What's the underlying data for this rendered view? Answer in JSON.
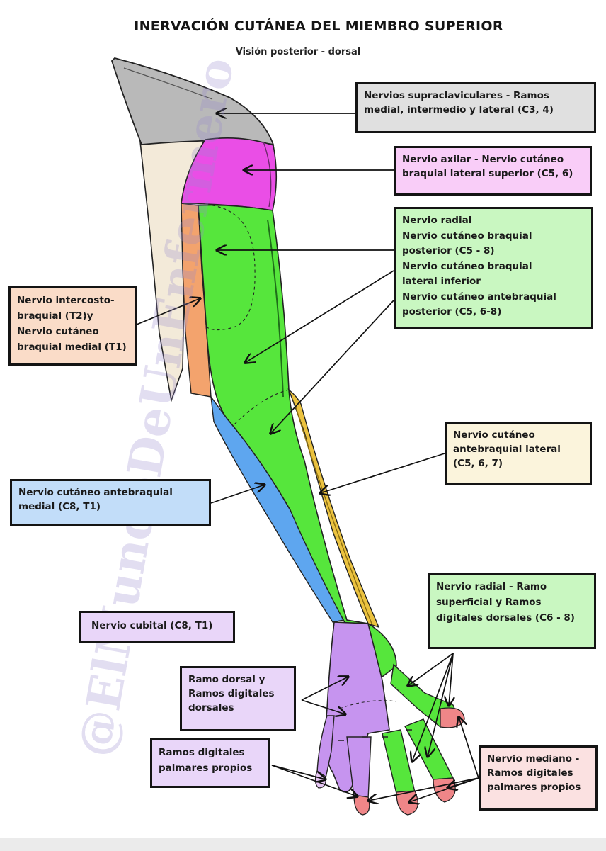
{
  "title": "INERVACIÓN CUTÁNEA DEL MIEMBRO SUPERIOR",
  "subtitle": "Visión posterior - dorsal",
  "watermark": "@ElMundoDeUnEnfermero",
  "colors": {
    "supraclavicular": "#b9b9b9",
    "axilar": "#ea4ee6",
    "radial": "#56e63c",
    "intercostobraquial": "#f3a36d",
    "cutaneo_antebraquial_medial": "#5ea6ef",
    "cutaneo_antebraquial_lateral": "#ebc23f",
    "cubital": "#c694ef",
    "mediano": "#ef8688",
    "axilla_skin": "#f3ead9"
  },
  "labels": {
    "supraclaviculares": "Nervios supraclaviculares - Ramos\nmedial, intermedio y lateral (C3, 4)",
    "axilar": "Nervio axilar - Nervio cutáneo\nbraquial lateral superior (C5, 6)",
    "radial": "Nervio radial\n   Nervio cutáneo braquial\nposterior (C5 - 8)\n   Nervio cutáneo braquial\nlateral inferior\n   Nervio cutáneo antebraquial\nposterior (C5, 6-8)",
    "intercostobraquial": "Nervio intercosto-\nbraquial (T2)y\nNervio cutáneo\nbraquial medial (T1)",
    "antebraquial_lateral": "Nervio cutáneo\nantebraquial lateral\n(C5, 6, 7)",
    "antebraquial_medial": "Nervio cutáneo antebraquial\nmedial (C8, T1)",
    "radial_superficial": "Nervio radial - Ramo\nsuperficial y Ramos\ndigitales dorsales (C6 - 8)",
    "cubital": "Nervio cubital (C8, T1)",
    "ramo_dorsal": "Ramo dorsal y\nRamos digitales\ndorsales",
    "ramos_palmares": "Ramos digitales\npalmares propios",
    "mediano": "Nervio mediano -\nRamos digitales\npalmares propios"
  }
}
